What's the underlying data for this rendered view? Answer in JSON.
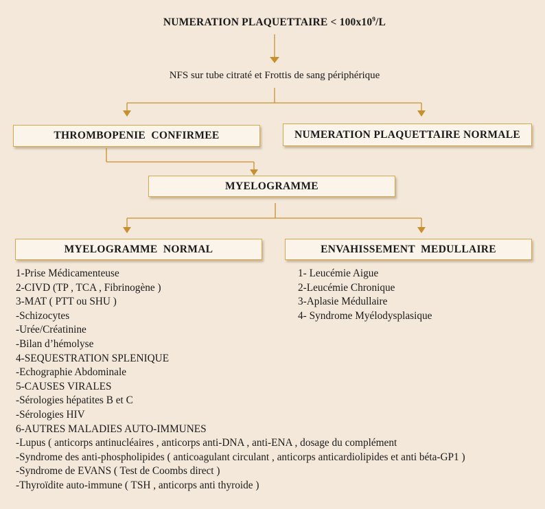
{
  "diagram": {
    "title_main": "NUMERATION PLAQUETTAIRE < 100x10",
    "title_sup": "9",
    "title_tail": "/L",
    "subtitle": "NFS sur tube citraté et Frottis de sang périphérique",
    "box_thrombopenie": "THROMBOPENIE  CONFIRMEE",
    "box_normale": "NUMERATION PLAQUETTAIRE NORMALE",
    "box_myelogramme": "MYELOGRAMME",
    "box_myelo_normal": "MYELOGRAMME  NORMAL",
    "box_envahissement": "ENVAHISSEMENT  MEDULLAIRE",
    "left_list": [
      "1-Prise Médicamenteuse",
      "2-CIVD  (TP , TCA , Fibrinogène )",
      "3-MAT ( PTT ou SHU )",
      "-Schizocytes",
      "-Urée/Créatinine",
      "-Bilan d’hémolyse",
      "4-SEQUESTRATION SPLENIQUE",
      "-Echographie Abdominale",
      "5-CAUSES VIRALES",
      "-Sérologies hépatites B et C",
      "-Sérologies HIV",
      "6-AUTRES MALADIES AUTO-IMMUNES",
      "-Lupus ( anticorps antinucléaires , anticorps anti-DNA , anti-ENA , dosage du complément",
      "-Syndrome des anti-phospholipides ( anticoagulant circulant , anticorps anticardiolipides et anti béta-GP1 )",
      "-Syndrome de EVANS ( Test de Coombs direct )",
      "-Thyroïdite auto-immune ( TSH , anticorps anti thyroide )"
    ],
    "right_list": [
      "1- Leucémie Aigue",
      "2-Leucémie Chronique",
      "3-Aplasie Médullaire",
      "4- Syndrome Myélodysplasique"
    ],
    "colors": {
      "background": "#f3e8da",
      "box_fill": "#fbf4ea",
      "accent": "#d7a84a",
      "arrow": "#c8902c",
      "text": "#1a1a1a"
    }
  }
}
